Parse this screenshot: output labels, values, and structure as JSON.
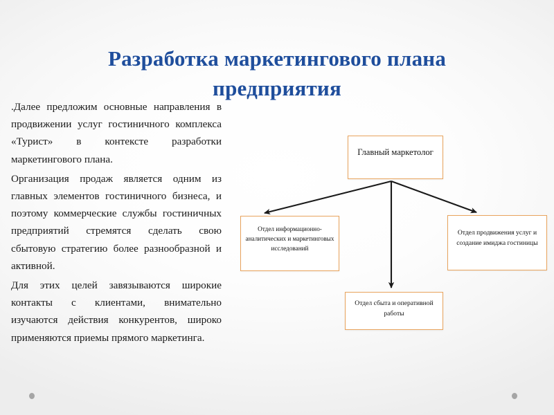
{
  "slide": {
    "title": "Разработка маркетингового плана предприятия",
    "title_color": "#1f4e9c",
    "background_color": "#ffffff"
  },
  "body_text": {
    "lead_mark": ".",
    "paragraphs": [
      "Далее предложим основные направления в продвижении услуг гостиничного комплекса «Турист» в контексте разработки маркетингового плана.",
      "Организация продаж является одним из главных элементов гостиничного бизнеса, и поэтому коммерческие службы гостиничных предприятий стремятся сделать свою сбытовую стратегию более разнообразной и активной.",
      "Для этих целей завязываются широкие контакты с клиентами, внимательно изучаются действия конкурентов, широко применяются приемы прямого маркетинга."
    ]
  },
  "diagram": {
    "type": "org-chart",
    "border_color": "#e8a35c",
    "fill_color": "#ffffff",
    "arrow_color": "#1a1a1a",
    "nodes": {
      "chief": "Главный маркетолог",
      "left": "Отдел информационно-аналитических и маркетинговых исследований",
      "right": "Отдел продвижения услуг и создание имиджа гостиницы",
      "bottom": "Отдел сбыта и оперативной работы"
    },
    "edges": [
      {
        "from": "chief",
        "to": "left",
        "style": "arrow"
      },
      {
        "from": "chief",
        "to": "bottom",
        "style": "arrow"
      },
      {
        "from": "chief",
        "to": "right",
        "style": "arrow"
      }
    ]
  },
  "decoration": {
    "dot_color": "#8c8c8c",
    "dot_count": 2
  }
}
